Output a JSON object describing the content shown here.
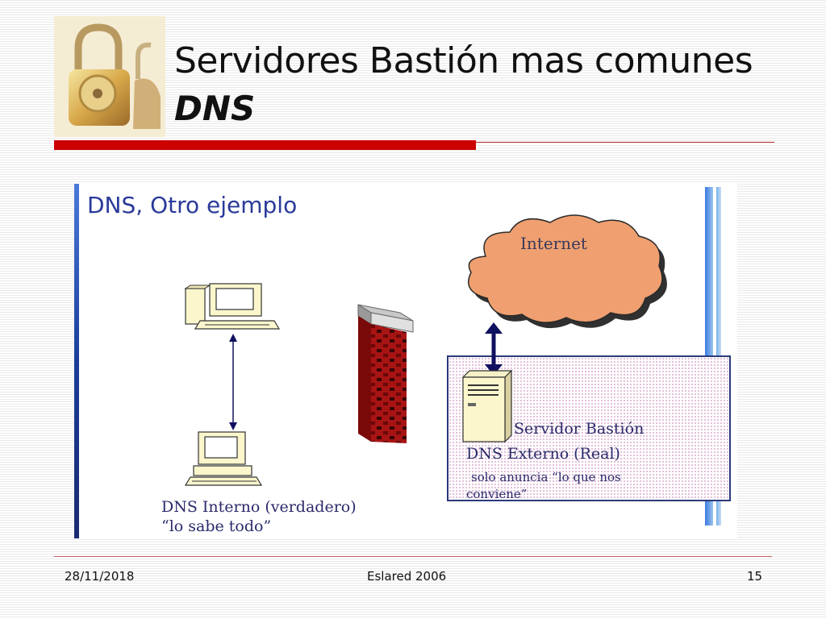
{
  "slide": {
    "title": "Servidores Bastión mas comunes",
    "subtitle": "DNS"
  },
  "diagram": {
    "heading": "DNS, Otro ejemplo",
    "cloud_label": "Internet",
    "bastion_label": "Servidor Bastión",
    "external_dns_label": "DNS Externo (Real)",
    "external_note_line1": "solo anuncia “lo que nos",
    "external_note_line2": "conviene”",
    "internal_dns_label": "DNS Interno (verdadero)",
    "internal_note": "“lo sabe todo”"
  },
  "footer": {
    "date": "28/11/2018",
    "center": "Eslared 2006",
    "page_number": "15"
  },
  "colors": {
    "accent_red": "#cc0000",
    "heading_blue": "#2a3a9a",
    "cloud_fill": "#f0a070",
    "firewall_red": "#a01010"
  }
}
